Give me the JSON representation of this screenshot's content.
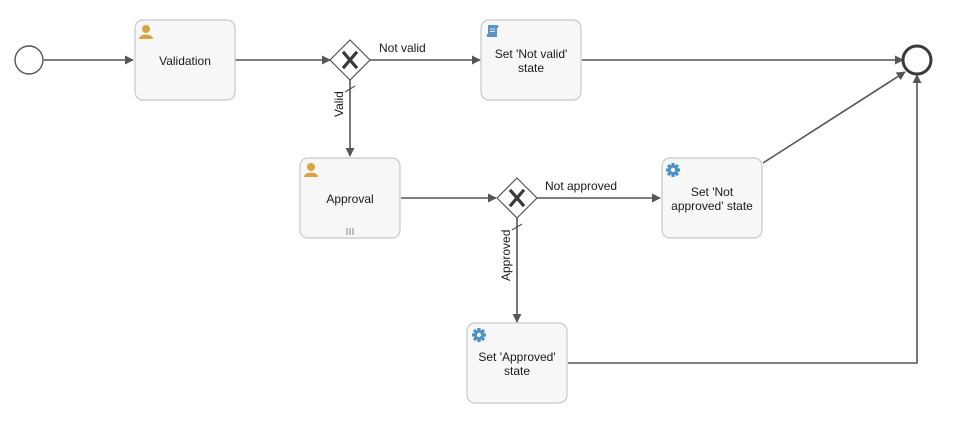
{
  "diagram": {
    "tasks": {
      "validation": {
        "label_lines": [
          "Validation"
        ],
        "icon": "user-task-icon"
      },
      "set_not_valid": {
        "label_lines": [
          "Set 'Not valid'",
          "state"
        ],
        "icon": "script-task-icon"
      },
      "approval": {
        "label_lines": [
          "Approval"
        ],
        "icon": "user-task-icon",
        "marker": "multi-instance-marker"
      },
      "set_not_approved": {
        "label_lines": [
          "Set 'Not",
          "approved' state"
        ],
        "icon": "gear-icon"
      },
      "set_approved": {
        "label_lines": [
          "Set 'Approved'",
          "state"
        ],
        "icon": "gear-icon"
      }
    },
    "flows": {
      "not_valid": "Not valid",
      "valid": "Valid",
      "not_approved": "Not approved",
      "approved": "Approved"
    },
    "colors": {
      "user_icon": "#d9a441",
      "gear_icon": "#4a90c8",
      "script_icon": "#5b93c7",
      "line": "#555555"
    }
  }
}
